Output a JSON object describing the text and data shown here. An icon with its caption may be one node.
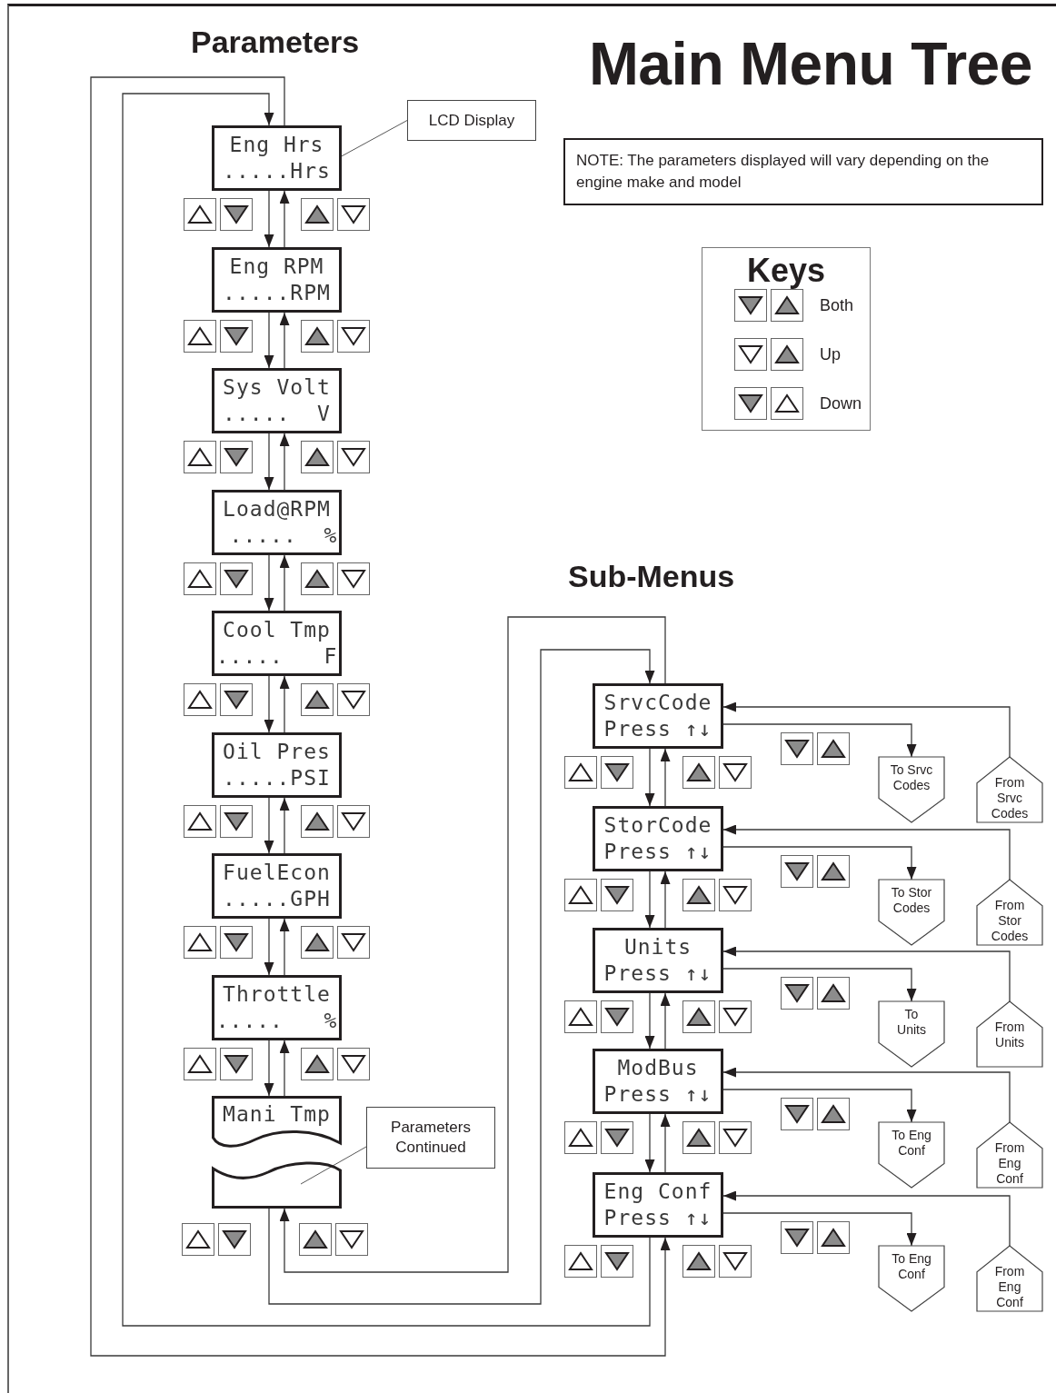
{
  "diagram": {
    "title": "Main Menu Tree",
    "nodes": [
      {
        "text": [
          "LCD Display"
        ]
      },
      {
        "text": [
          "Eng Hrs",
          ".....Hrs"
        ]
      },
      {
        "text": [
          "Eng RPM",
          ".....RPM"
        ]
      },
      {
        "text": [
          "Sys Volt",
          ".....  V"
        ]
      },
      {
        "text": [
          "Load@RPM",
          " .....  %"
        ]
      },
      {
        "text": [
          "Cool Tmp",
          ".....   F"
        ]
      },
      {
        "text": [
          "Oil Pres",
          ".....PSI"
        ]
      },
      {
        "text": [
          "FuelEcon",
          ".....GPH"
        ]
      },
      {
        "text": [
          "Throttle",
          ".....   %"
        ]
      },
      {
        "text": [
          "Mani Tmp"
        ]
      },
      {
        "text": [
          "Parameters Continued"
        ]
      },
      {
        "text": [],
        "shape": "box"
      },
      {
        "text": [
          "SrvcCode",
          "Press ↑↓"
        ]
      },
      {
        "text": [
          "To Srvc Codes"
        ]
      },
      {
        "text": [
          "From Srvc Codes"
        ]
      },
      {
        "text": [
          "StorCode",
          "Press ↑↓"
        ]
      },
      {
        "text": [
          "To Stor Codes"
        ]
      },
      {
        "text": [
          "From Stor Codes"
        ]
      },
      {
        "text": [
          "Units",
          "Press ↑↓"
        ]
      },
      {
        "text": [
          "To Units"
        ]
      },
      {
        "text": [
          "From Units"
        ]
      },
      {
        "text": [
          "ModBus",
          "Press ↑↓"
        ]
      },
      {
        "text": [
          "To Eng Conf"
        ]
      },
      {
        "text": [
          "From Eng Conf"
        ]
      },
      {
        "text": [
          "Eng Conf",
          "Press ↑↓"
        ]
      },
      {
        "text": [
          "To Eng Conf"
        ]
      },
      {
        "text": [
          "From Eng Conf"
        ]
      }
    ],
    "edges": [
      {
        "from": 1,
        "to": 2,
        "arrow": "to"
      },
      {
        "from": 2,
        "to": 1,
        "arrow": "to"
      },
      {
        "from": 2,
        "to": 3,
        "arrow": "to"
      },
      {
        "from": 3,
        "to": 2,
        "arrow": "to"
      },
      {
        "from": 3,
        "to": 4,
        "arrow": "to"
      },
      {
        "from": 4,
        "to": 3,
        "arrow": "to"
      },
      {
        "from": 4,
        "to": 5,
        "arrow": "to"
      },
      {
        "from": 5,
        "to": 4,
        "arrow": "to"
      },
      {
        "from": 5,
        "to": 6,
        "arrow": "to"
      },
      {
        "from": 6,
        "to": 5,
        "arrow": "to"
      },
      {
        "from": 6,
        "to": 7,
        "arrow": "to"
      },
      {
        "from": 7,
        "to": 6,
        "arrow": "to"
      },
      {
        "from": 7,
        "to": 8,
        "arrow": "to"
      },
      {
        "from": 8,
        "to": 7,
        "arrow": "to"
      },
      {
        "from": 8,
        "to": 9,
        "arrow": "to"
      },
      {
        "from": 9,
        "to": 8,
        "arrow": "to"
      },
      {
        "from": 0,
        "to": 1,
        "arrow": "none"
      },
      {
        "from": 10,
        "to": 11,
        "arrow": "none"
      },
      {
        "from": 11,
        "to": 12,
        "arrow": "to"
      },
      {
        "from": 12,
        "to": 11,
        "arrow": "to"
      },
      {
        "from": 24,
        "to": 1,
        "arrow": "to"
      },
      {
        "from": 1,
        "to": 24,
        "arrow": "to"
      },
      {
        "from": 12,
        "to": 15,
        "arrow": "to"
      },
      {
        "from": 15,
        "to": 12,
        "arrow": "to"
      },
      {
        "from": 15,
        "to": 18,
        "arrow": "to"
      },
      {
        "from": 18,
        "to": 15,
        "arrow": "to"
      },
      {
        "from": 18,
        "to": 21,
        "arrow": "to"
      },
      {
        "from": 21,
        "to": 18,
        "arrow": "to"
      },
      {
        "from": 21,
        "to": 24,
        "arrow": "to"
      },
      {
        "from": 24,
        "to": 21,
        "arrow": "to"
      },
      {
        "from": 12,
        "to": 13,
        "arrow": "to"
      },
      {
        "from": 14,
        "to": 12,
        "arrow": "to"
      },
      {
        "from": 15,
        "to": 16,
        "arrow": "to"
      },
      {
        "from": 17,
        "to": 15,
        "arrow": "to"
      },
      {
        "from": 18,
        "to": 19,
        "arrow": "to"
      },
      {
        "from": 20,
        "to": 18,
        "arrow": "to"
      },
      {
        "from": 21,
        "to": 22,
        "arrow": "to"
      },
      {
        "from": 23,
        "to": 21,
        "arrow": "to"
      },
      {
        "from": 24,
        "to": 25,
        "arrow": "to"
      },
      {
        "from": 26,
        "to": 24,
        "arrow": "to"
      }
    ],
    "labels": [
      "Parameters",
      "NOTE: The parameters displayed will vary depending on the engine make and model",
      "Keys",
      "Sub-Menus"
    ],
    "legend": [
      {
        "text": "Both"
      },
      {
        "text": "Up"
      },
      {
        "text": "Down"
      }
    ]
  }
}
